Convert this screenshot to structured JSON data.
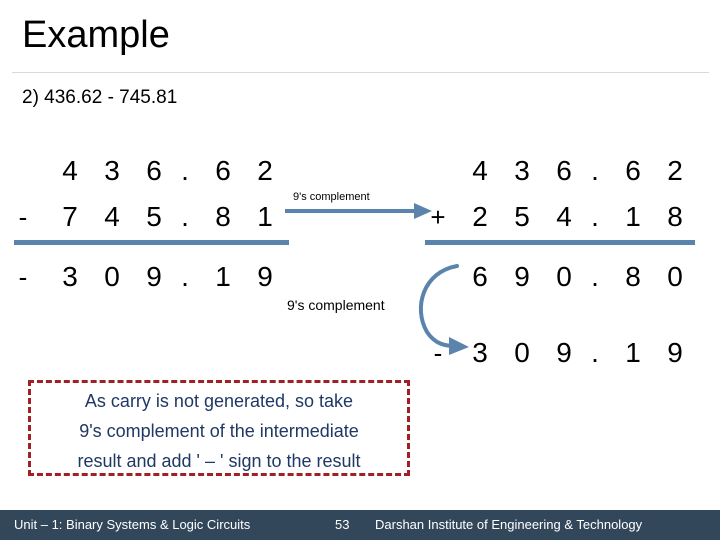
{
  "slide": {
    "title": "Example",
    "problem": "2) 436.62 - 745.81"
  },
  "calc_left": {
    "name": "subtraction-as-written",
    "rows": [
      {
        "sign": "",
        "digits": [
          "4",
          "3",
          "6",
          ".",
          "6",
          "2"
        ]
      },
      {
        "sign": "-",
        "digits": [
          "7",
          "4",
          "5",
          ".",
          "8",
          "1"
        ]
      },
      {
        "sign": "-",
        "digits": [
          "3",
          "0",
          "9",
          ".",
          "1",
          "9"
        ]
      }
    ]
  },
  "calc_right": {
    "name": "nines-complement-addition",
    "rows": [
      {
        "sign": "",
        "digits": [
          "4",
          "3",
          "6",
          ".",
          "6",
          "2"
        ]
      },
      {
        "sign": "+",
        "digits": [
          "2",
          "5",
          "4",
          ".",
          "1",
          "8"
        ]
      },
      {
        "sign": "",
        "digits": [
          "6",
          "9",
          "0",
          ".",
          "8",
          "0"
        ]
      },
      {
        "sign": "-",
        "digits": [
          "3",
          "0",
          "9",
          ".",
          "1",
          "9"
        ]
      }
    ]
  },
  "annotations": {
    "arrow_label_top": "9's complement",
    "arrow_label_bottom": "9's complement"
  },
  "note": {
    "lines": [
      "As carry is not generated, so take",
      "9's complement of the intermediate",
      "result and add ' – ' sign to the result"
    ]
  },
  "footer": {
    "unit": "Unit – 1: Binary Systems & Logic Circuits",
    "page": "53",
    "institute": "Darshan Institute of Engineering & Technology"
  },
  "colors": {
    "accent_blue": "#5b84ad",
    "note_border_red": "#a02025",
    "note_text_navy": "#1f3864",
    "footer_bg": "#33475b",
    "rule_grey": "#d9d9d9"
  }
}
